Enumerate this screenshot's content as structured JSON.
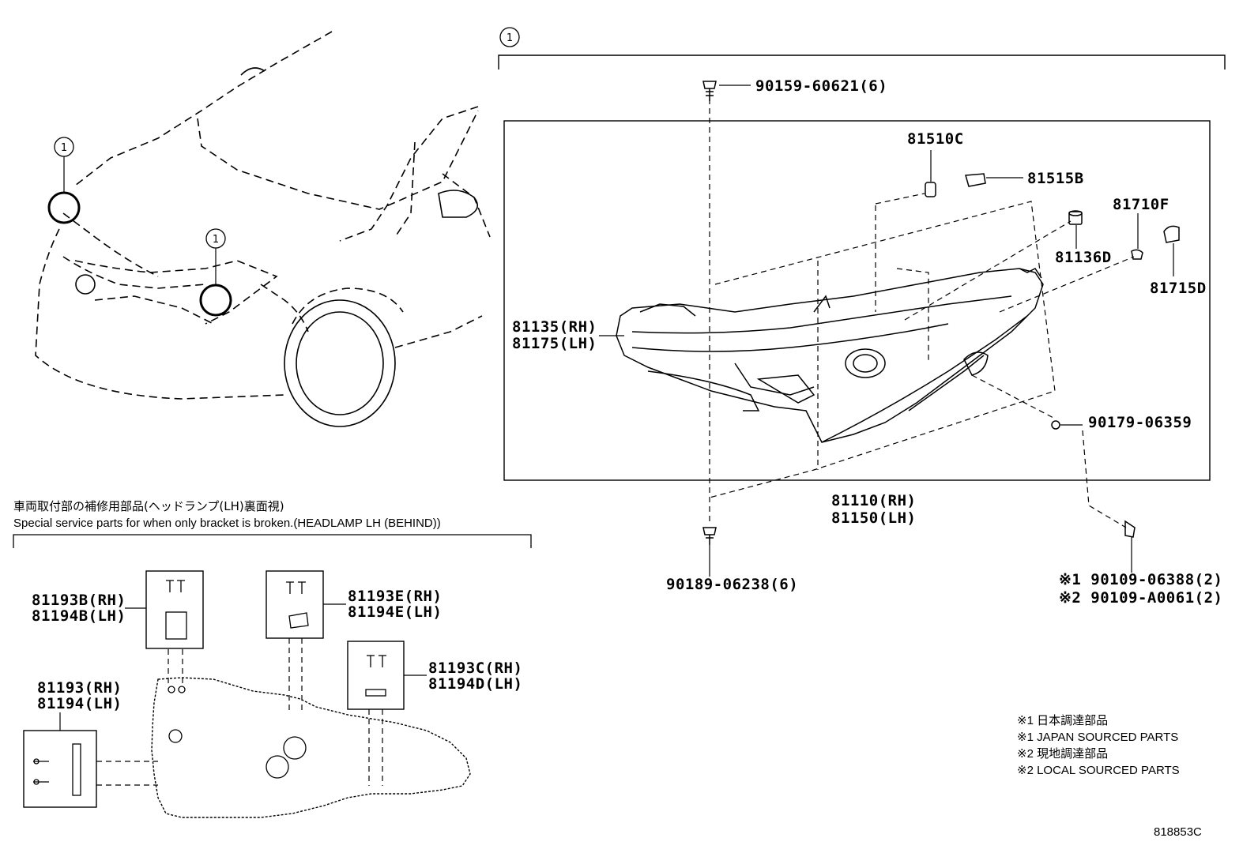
{
  "group_marker": "1",
  "parts": {
    "screw_top": "90159-60621(6)",
    "bulb_socket_81510c": "81510C",
    "bulb_81515b": "81515B",
    "socket_81136d": "81136D",
    "bulb_81710f": "81710F",
    "socket_81715d": "81715D",
    "lens_rh": "81135(RH)",
    "lens_lh": "81175(LH)",
    "nut_90179": "90179-06359",
    "headlamp_rh": "81110(RH)",
    "headlamp_lh": "81150(LH)",
    "screw_bottom": "90189-06238(6)",
    "bolt_japan": "※1 90109-06388(2)",
    "bolt_local": "※2 90109-A0061(2)"
  },
  "bracket_section": {
    "title_jp": "車両取付部の補修用部品(ヘッドランプ(LH)裏面視)",
    "title_en": "Special service parts for when only bracket is broken.(HEADLAMP LH (BEHIND))",
    "kit_b_rh": "81193B(RH)",
    "kit_b_lh": "81194B(LH)",
    "kit_e_rh": "81193E(RH)",
    "kit_e_lh": "81194E(LH)",
    "kit_c_rh": "81193C(RH)",
    "kit_d_lh": "81194D(LH)",
    "kit_rh": "81193(RH)",
    "kit_lh": "81194(LH)"
  },
  "legend": {
    "line1": "※1 日本調達部品",
    "line2": "※1 JAPAN SOURCED PARTS",
    "line3": "※2 現地調達部品",
    "line4": "※2 LOCAL SOURCED PARTS"
  },
  "diagram_code": "818853C"
}
